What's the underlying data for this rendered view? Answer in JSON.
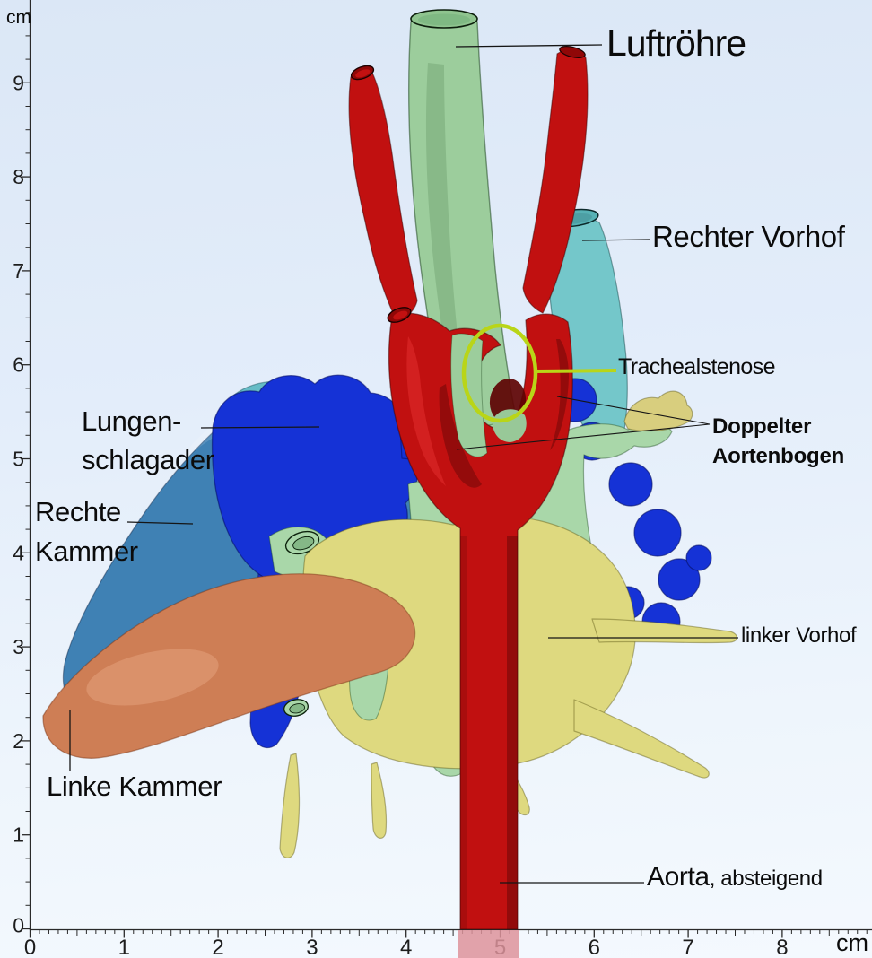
{
  "view": {
    "description": "3D segmented thorax model viewport with measurement axes",
    "background_top": "#dbe7f6",
    "background_bottom": "#f4f9fe"
  },
  "axes": {
    "x_unit": "cm",
    "y_unit": "cm",
    "x_tick_labels": [
      "0",
      "1",
      "2",
      "3",
      "4",
      "5",
      "6",
      "7",
      "8"
    ],
    "y_tick_labels": [
      "0",
      "1",
      "2",
      "3",
      "4",
      "5",
      "6",
      "7",
      "8",
      "9"
    ]
  },
  "annotations": {
    "luftroehre": {
      "text": "Luftröhre"
    },
    "rechter_vorhof": {
      "text": "Rechter Vorhof"
    },
    "trachealstenose": {
      "text": "Trachealstenose"
    },
    "doppelter_aortenbogen": {
      "line1": "Doppelter",
      "line2": "Aortenbogen"
    },
    "lungenschlagader": {
      "line1": "Lungen-",
      "line2": "schlagader"
    },
    "rechte_kammer": {
      "line1": "Rechte",
      "line2": "Kammer"
    },
    "linker_vorhof": {
      "text": "linker Vorhof"
    },
    "linke_kammer": {
      "text": "Linke Kammer"
    },
    "aorta": {
      "text_main": "Aorta",
      "text_suffix": ", absteigend"
    }
  },
  "model": {
    "highlight_ring_color": "#b9d518",
    "parts": {
      "trachea": "#9ccd9c",
      "trachea_opening": "#8fc48f",
      "bronchi": "#a9d7a9",
      "aorta": "#c11010",
      "aorta_dark": "#8f0707",
      "svc": "#74c7ca",
      "svc_opening": "#57b1b5",
      "cyan_lobe": "#66bcc6",
      "pulmonary_artery": "#1532d6",
      "right_ventricle": "#3f81b4",
      "left_ventricle": "#ce7e55",
      "left_atrium": "#ded97f",
      "left_atrium_tan": "#d8ce7e",
      "aorta_faded": "#dd939b"
    }
  }
}
